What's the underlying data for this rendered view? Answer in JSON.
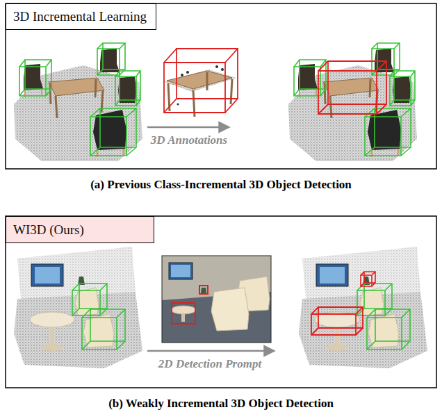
{
  "diagram": {
    "nodes": [
      {
        "text": [
          "3D Incremental Learning"
        ]
      },
      {
        "text": [
          "WI3D (Ours)"
        ]
      }
    ],
    "labels": [
      "3D Annotations",
      "(a) Previous Class-Incremental 3D Object Detection",
      "2D Detection Prompt",
      "(b) Weakly Incremental 3D Object Detection"
    ]
  }
}
